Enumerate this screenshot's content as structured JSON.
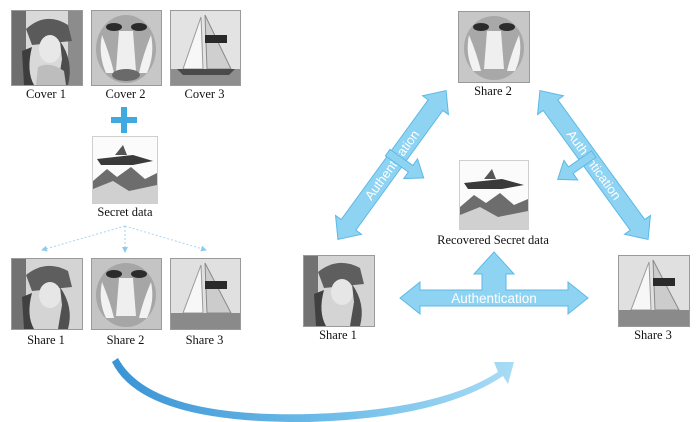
{
  "captions": {
    "cover1": "Cover 1",
    "cover2": "Cover 2",
    "cover3": "Cover 3",
    "secret": "Secret data",
    "share1_left": "Share 1",
    "share2_left": "Share 2",
    "share3_left": "Share 3",
    "share2_right": "Share 2",
    "share1_right": "Share 1",
    "share3_right": "Share 3",
    "recovered": "Recovered Secret data"
  },
  "arrows": {
    "left_label": "Authentication",
    "right_label": "Authentication",
    "bottom_label": "Authentication"
  },
  "colors": {
    "arrow_fill": "#8fd3f2",
    "arrow_stroke": "#5cb9e6",
    "plus": "#3fa9e0",
    "sweep_dark": "#3a93d4",
    "sweep_light": "#a9dcf5"
  }
}
